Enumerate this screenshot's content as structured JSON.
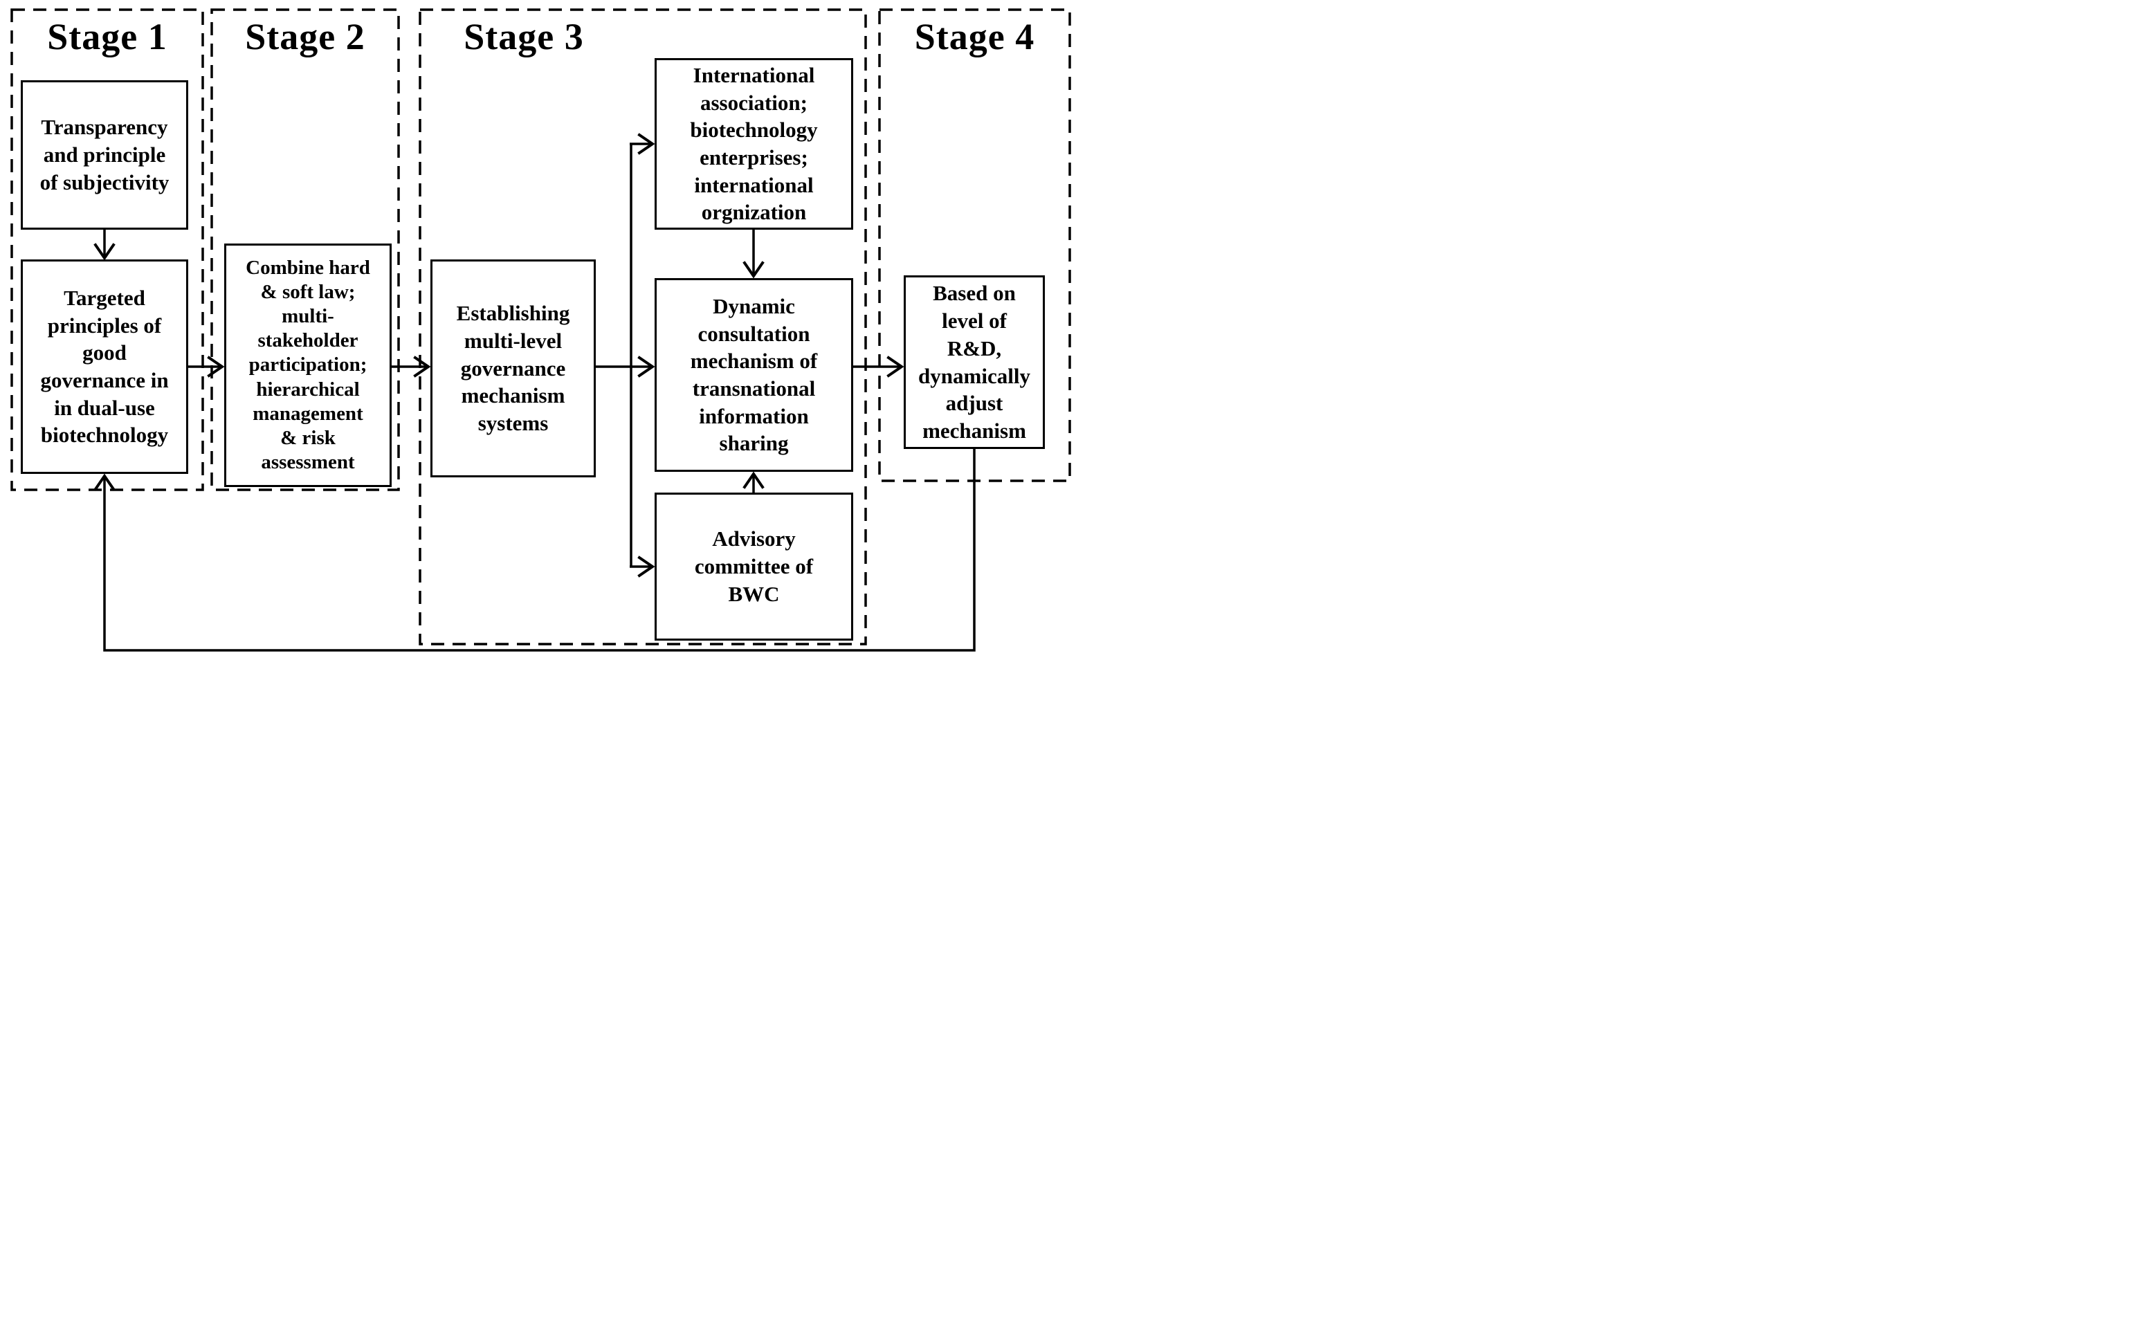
{
  "figure": {
    "type": "flowchart",
    "background_color": "#ffffff",
    "line_color": "#000000"
  },
  "stages": [
    {
      "title": "Stage 1"
    },
    {
      "title": "Stage 2"
    },
    {
      "title": "Stage 3"
    },
    {
      "title": "Stage 4"
    }
  ],
  "boxes": {
    "transparency": {
      "stage": "Stage 1",
      "text": "Transparency\nand principle\nof subjectivity"
    },
    "targeted": {
      "stage": "Stage 1",
      "text": "Targeted\nprinciples of\ngood\ngovernance in\nin dual-use\nbiotechnology"
    },
    "combine": {
      "stage": "Stage 2",
      "text": "Combine hard\n& soft law;\nmulti-\nstakeholder\nparticipation;\nhierarchical\nmanagement\n& risk\nassessment"
    },
    "establishing": {
      "stage": "Stage 3",
      "text": "Establishing\nmulti-level\ngovernance\nmechanism\nsystems"
    },
    "international": {
      "stage": "Stage 3",
      "text": "International\nassociation;\nbiotechnology\nenterprises;\ninternational\norgnization"
    },
    "dynamic": {
      "stage": "Stage 3",
      "text": "Dynamic\nconsultation\nmechanism of\ntransnational\ninformation\nsharing"
    },
    "advisory": {
      "stage": "Stage 3",
      "text": "Advisory\ncommittee of\nBWC"
    },
    "based": {
      "stage": "Stage 4",
      "text": "Based on\nlevel of\nR&D,\ndynamically\nadjust\nmechanism"
    }
  },
  "connections": [
    {
      "from": "transparency",
      "to": "targeted",
      "style": "arrow-down"
    },
    {
      "from": "targeted",
      "to": "combine",
      "style": "arrow-right"
    },
    {
      "from": "combine",
      "to": "establishing",
      "style": "arrow-right"
    },
    {
      "from": "establishing",
      "to": "international",
      "style": "arrow-right-branch"
    },
    {
      "from": "establishing",
      "to": "dynamic",
      "style": "arrow-right-branch"
    },
    {
      "from": "establishing",
      "to": "advisory",
      "style": "arrow-right-branch"
    },
    {
      "from": "international",
      "to": "dynamic",
      "style": "arrow-down"
    },
    {
      "from": "advisory",
      "to": "dynamic",
      "style": "arrow-up"
    },
    {
      "from": "dynamic",
      "to": "based",
      "style": "arrow-right"
    },
    {
      "from": "based",
      "to": "targeted",
      "style": "feedback-loop-bottom"
    }
  ]
}
